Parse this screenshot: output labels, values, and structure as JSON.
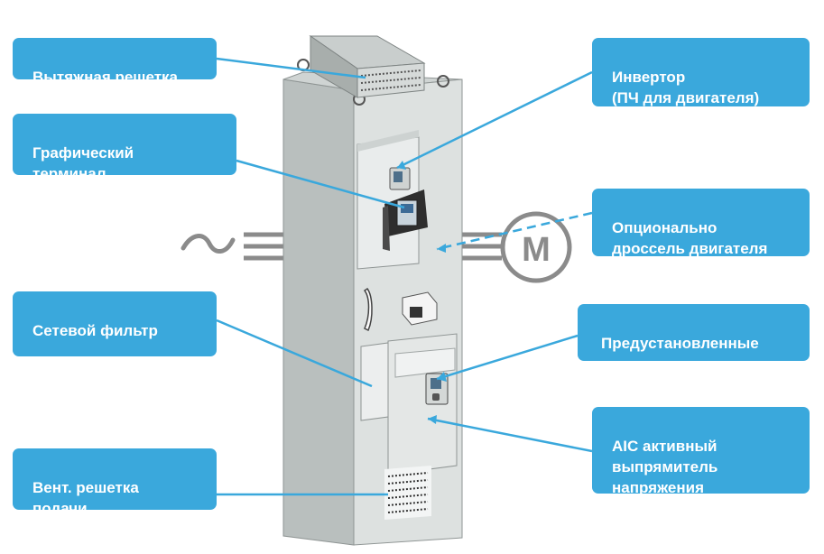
{
  "labels": {
    "exhaust_grille": "Вытяжная решетка",
    "graphic_terminal": "Графический\nтерминал",
    "line_filter": "Сетевой фильтр",
    "intake_vent": "Вент. решетка\nподачи",
    "inverter": "Инвертор\n(ПЧ для двигателя)",
    "motor_choke": "Опционально\nдроссель двигателя",
    "presets": "Предустановленные\nпараметры",
    "aic_rectifier": "AIC активный\nвыпрямитель\nнапряжения"
  },
  "symbols": {
    "ac_supply": "~",
    "motor": "M"
  },
  "colors": {
    "label_bg": "#3aa8dc",
    "label_text": "#ffffff",
    "leader_line": "#3aa8dc",
    "cabinet_front": "#dde1e0",
    "cabinet_side": "#b9bfbe",
    "symbol_gray": "#8b8b8b"
  }
}
